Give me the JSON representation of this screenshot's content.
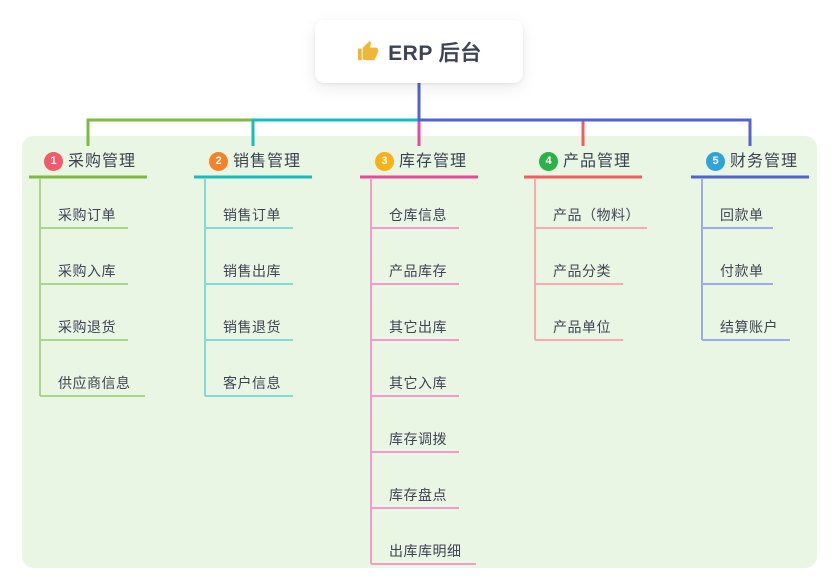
{
  "root": {
    "label": "ERP 后台",
    "icon": "thumbs-up-icon"
  },
  "branches": [
    {
      "badge": "1",
      "label": "采购管理",
      "color": "#7cbb3f",
      "light_color": "#abd68a",
      "badge_color": "#f15b6c",
      "children": [
        "采购订单",
        "采购入库",
        "采购退货",
        "供应商信息"
      ]
    },
    {
      "badge": "2",
      "label": "销售管理",
      "color": "#16bcbe",
      "light_color": "#84d9d9",
      "badge_color": "#f5822a",
      "children": [
        "销售订单",
        "销售出库",
        "销售退货",
        "客户信息"
      ]
    },
    {
      "badge": "3",
      "label": "库存管理",
      "color": "#e9489b",
      "light_color": "#f29ccb",
      "badge_color": "#f8b117",
      "children": [
        "仓库信息",
        "产品库存",
        "其它出库",
        "其它入库",
        "库存调拨",
        "库存盘点",
        "出库库明细"
      ]
    },
    {
      "badge": "4",
      "label": "产品管理",
      "color": "#f75b60",
      "light_color": "#fba9ad",
      "badge_color": "#2eb14b",
      "children": [
        "产品（物料）",
        "产品分类",
        "产品单位"
      ]
    },
    {
      "badge": "5",
      "label": "财务管理",
      "color": "#5063d1",
      "light_color": "#9dace9",
      "badge_color": "#2ea4db",
      "children": [
        "回款单",
        "付款单",
        "结算账户"
      ]
    }
  ],
  "colors": {
    "panel_bg": "#e9f6e4",
    "canvas_bg": "#ffffff",
    "thumb": "#f2b636",
    "text": "#3c4150"
  }
}
